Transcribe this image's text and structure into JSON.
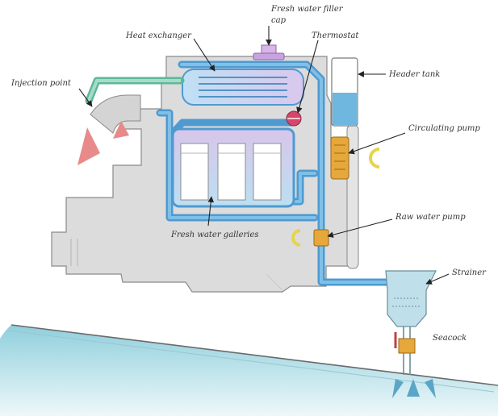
{
  "labels": {
    "fresh_water_filler_cap_line1": "Fresh water filler",
    "fresh_water_filler_cap_line2": "cap",
    "heat_exchanger": "Heat exchanger",
    "thermostat": "Thermostat",
    "header_tank": "Header tank",
    "injection_point": "Injection point",
    "circulating_pump": "Circulating pump",
    "raw_water_pump": "Raw water pump",
    "fresh_water_galleries": "Fresh water galleries",
    "strainer": "Strainer",
    "seacock": "Seacock"
  },
  "colors": {
    "engine_block": "#dcdcdc",
    "engine_outline": "#8a8a8a",
    "fresh_water": "#4f9ad0",
    "raw_water": "#5fb79a",
    "exhaust": "#e88a8a",
    "pump": "#e6a83a",
    "thermostat": "#d8456a",
    "sea": "#bfe3ea"
  }
}
